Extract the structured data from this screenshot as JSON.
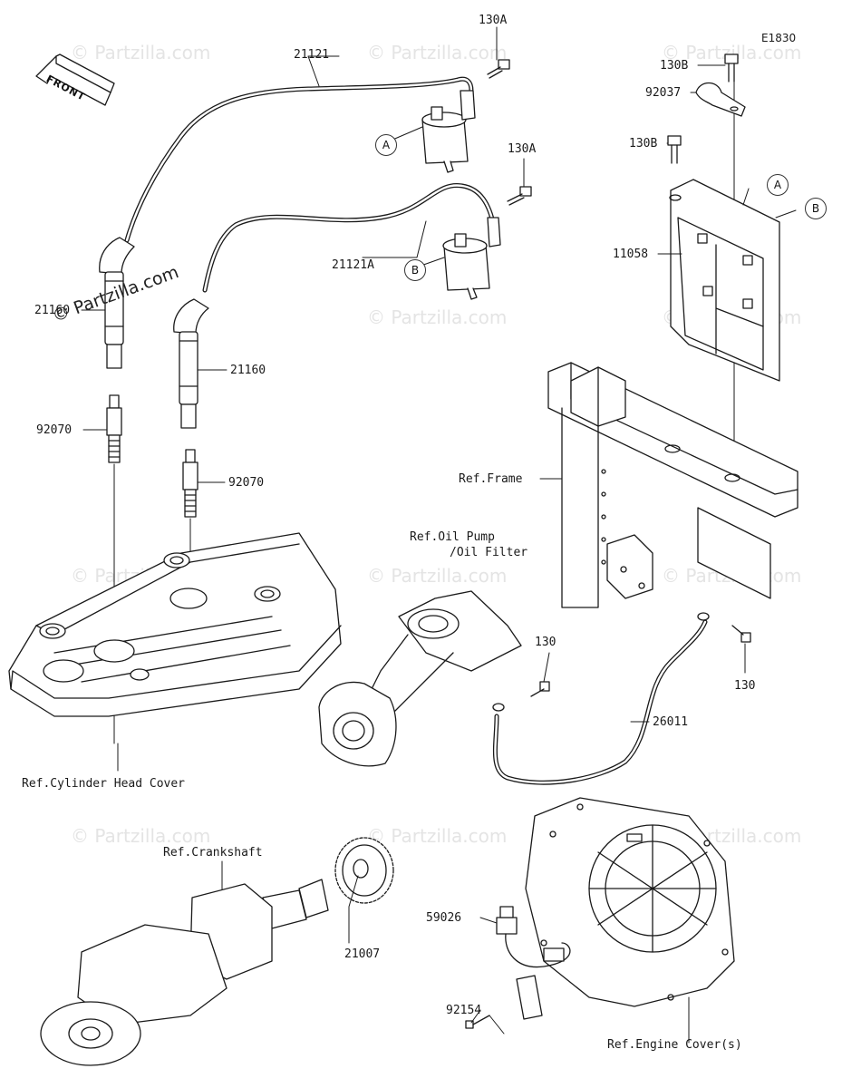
{
  "diagram_id": "E1830",
  "front_label": "FRONT",
  "watermark_primary": "© Partzilla.com",
  "watermark_faint": "© Partzilla.com",
  "callouts": {
    "a": "A",
    "b": "B"
  },
  "labels": {
    "p21121": "21121",
    "p130a_top": "130A",
    "p130a_mid": "130A",
    "p21121a": "21121A",
    "p21160_left": "21160",
    "p21160_right": "21160",
    "p92070_left": "92070",
    "p92070_right": "92070",
    "p130b_top": "130B",
    "p92037": "92037",
    "p130b_mid": "130B",
    "p11058": "11058",
    "ref_frame": "Ref.Frame",
    "ref_oil_pump_1": "Ref.Oil Pump",
    "ref_oil_pump_2": "/Oil Filter",
    "p130_left": "130",
    "p130_right": "130",
    "p26011": "26011",
    "ref_cylinder_head_cover": "Ref.Cylinder Head Cover",
    "ref_crankshaft": "Ref.Crankshaft",
    "p21007": "21007",
    "p59026": "59026",
    "p92154": "92154",
    "ref_engine_cover": "Ref.Engine Cover(s)"
  }
}
